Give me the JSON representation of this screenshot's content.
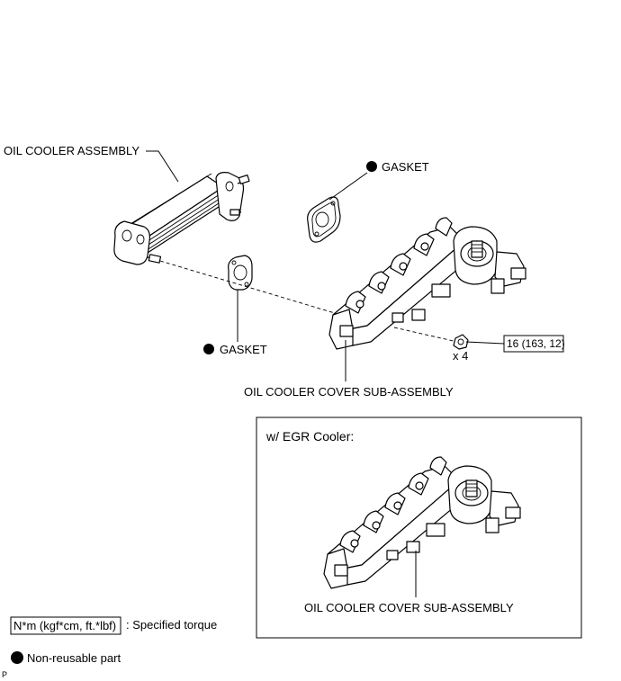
{
  "labels": {
    "oil_cooler_assembly": "OIL COOLER ASSEMBLY",
    "gasket_top": "GASKET",
    "gasket_bottom": "GASKET",
    "oil_cooler_cover": "OIL COOLER COVER SUB-ASSEMBLY",
    "torque_value": "16 (163, 12)",
    "quantity": "x 4",
    "egr_box_title": "w/ EGR Cooler:",
    "egr_oil_cooler_cover": "OIL COOLER COVER SUB-ASSEMBLY"
  },
  "legend": {
    "torque_unit": "N*m (kgf*cm, ft.*lbf)",
    "torque_desc": ": Specified torque",
    "nonreusable_desc": "Non-reusable part"
  },
  "corner_mark": "P"
}
